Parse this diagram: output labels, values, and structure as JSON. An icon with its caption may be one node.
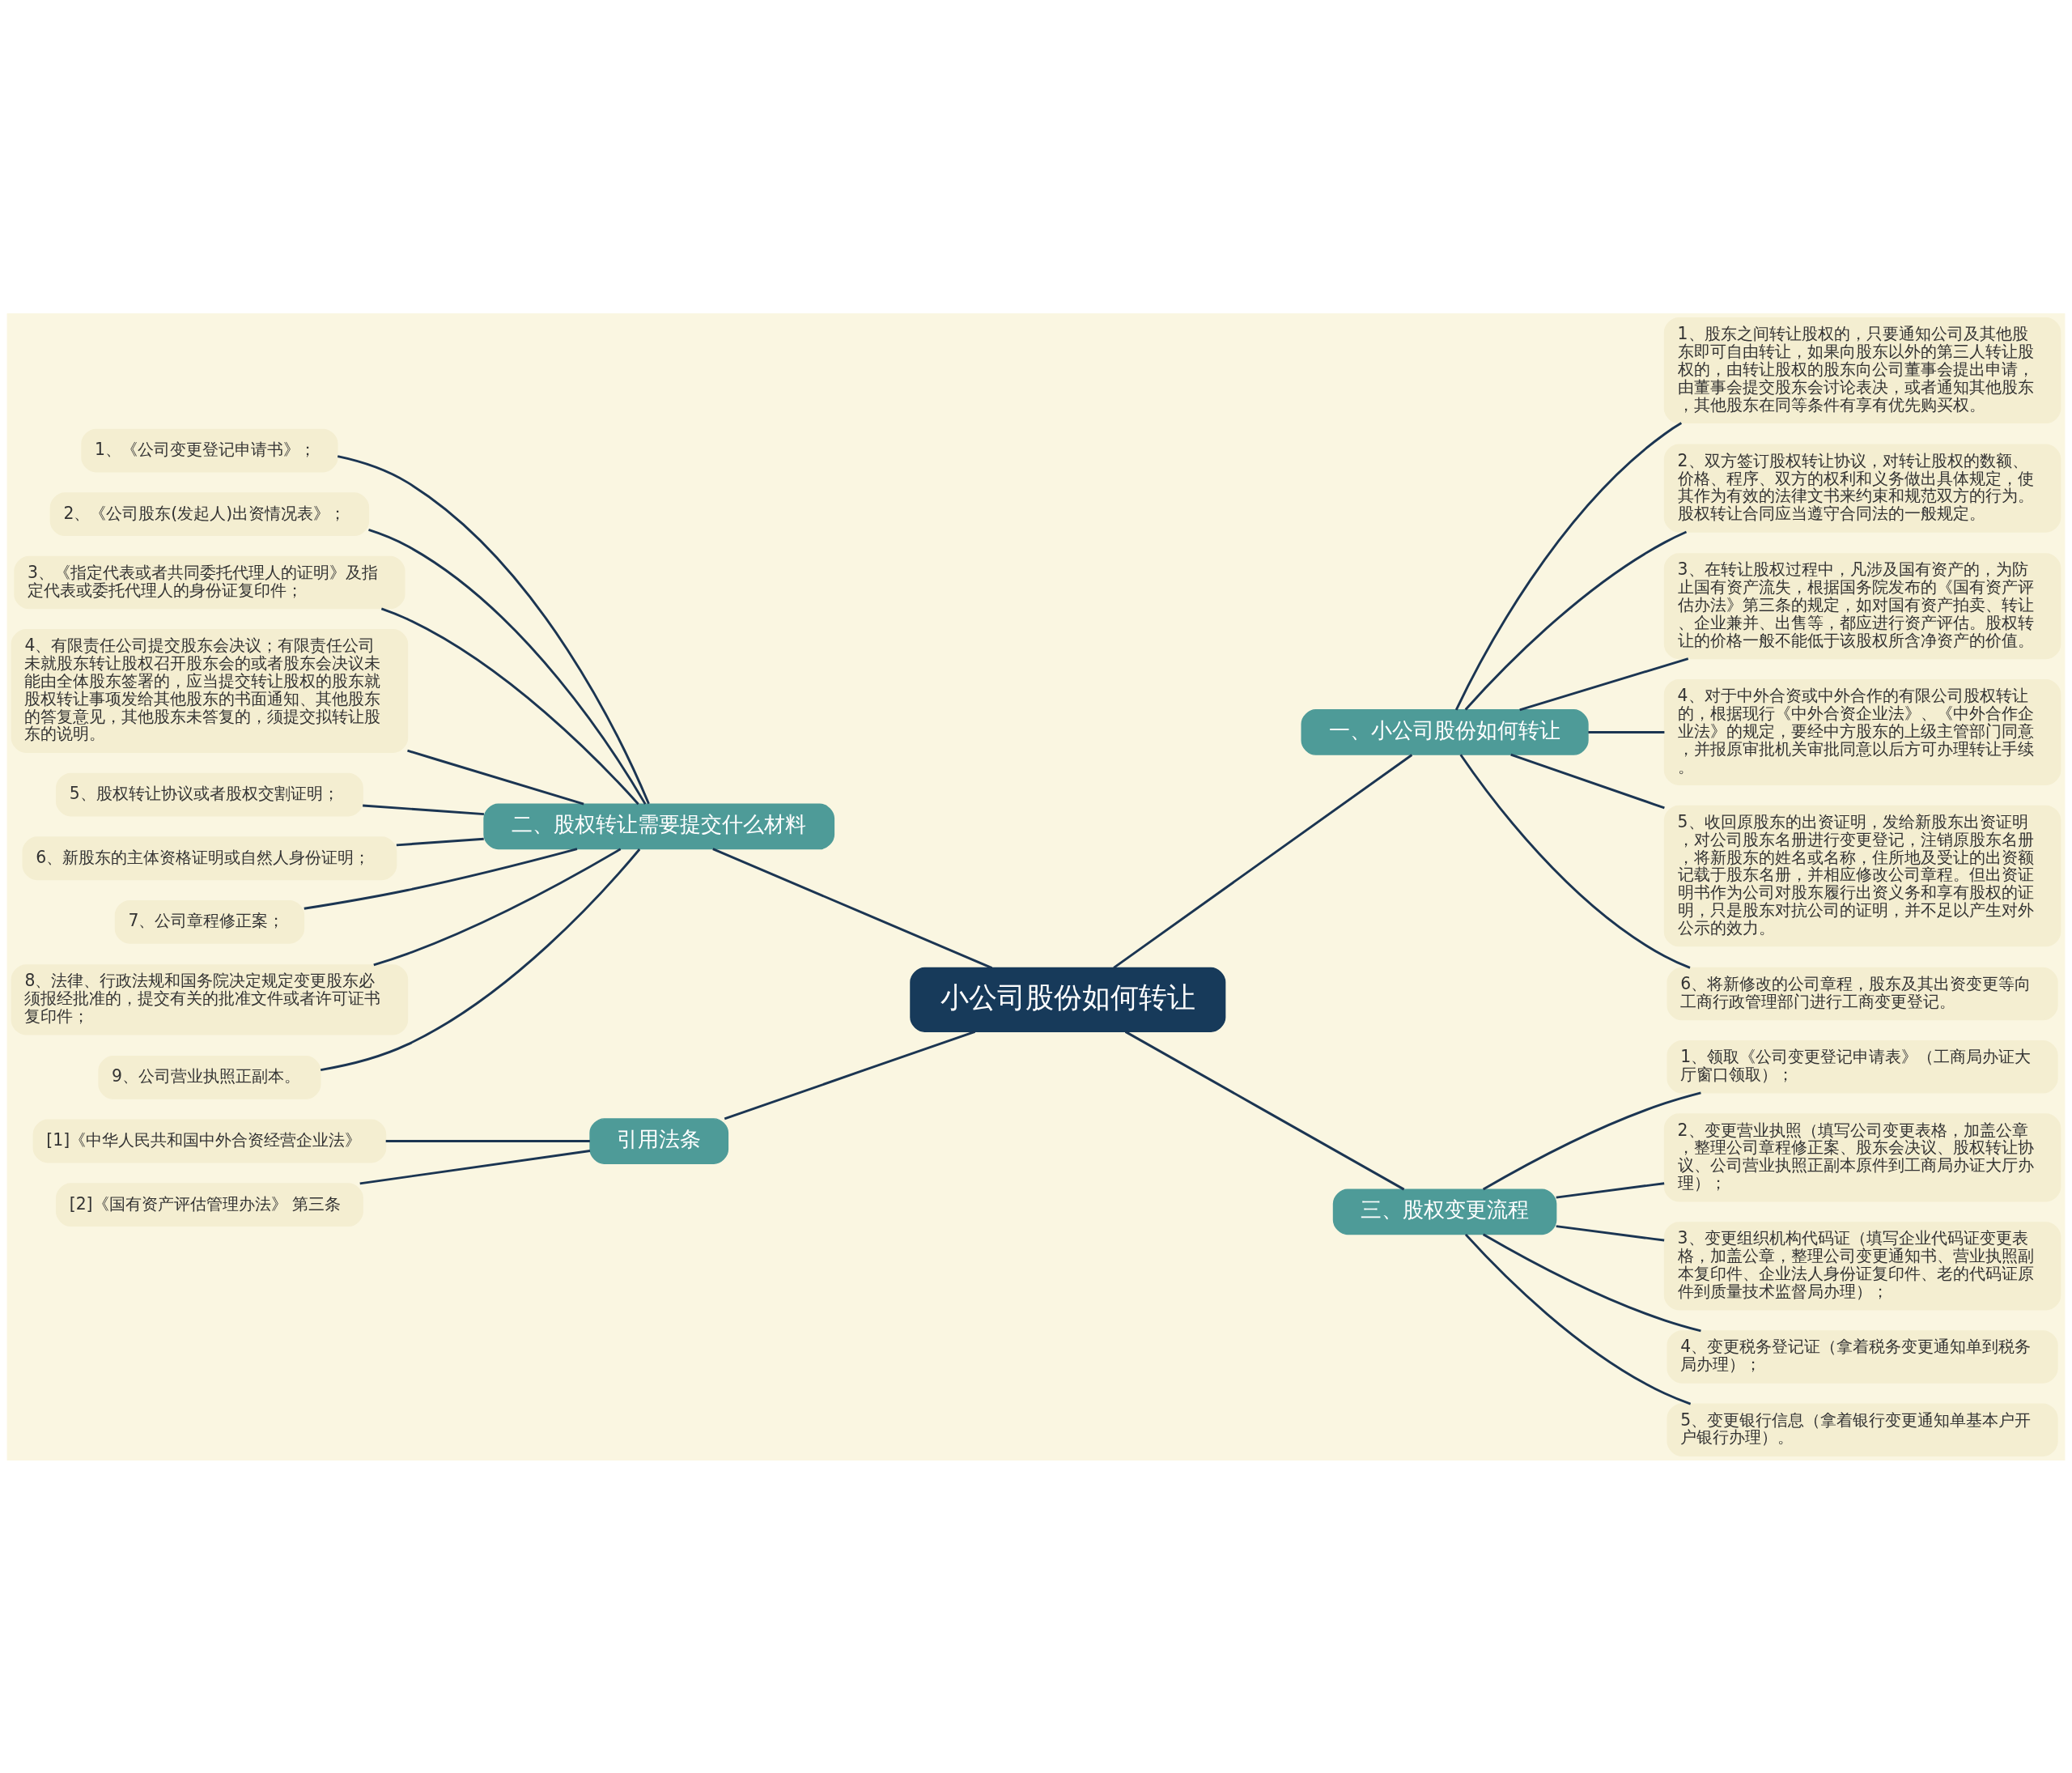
{
  "diagram": {
    "nodes": [
      {
        "text": [
          "小公司股份如何转让"
        ]
      },
      {
        "text": [
          "一、小公司股份如何转让"
        ]
      },
      {
        "text": [
          "1、股东之间转让股权的，只要通知公司及其他股东即可自由转让，如果向股东以外的第三人转让股权的，由转让股权的股东向公司董事会提出申请，由董事会提交股东会讨论表决，或者通知其他股东，其他股东在同等条件有享有优先购买权。"
        ]
      },
      {
        "text": [
          "2、双方签订股权转让协议，对转让股权的数额、价格、程序、双方的权利和义务做出具体规定，使其作为有效的法律文书来约束和规范双方的行为。股权转让合同应当遵守合同法的一般规定。"
        ]
      },
      {
        "text": [
          "3、在转让股权过程中，凡涉及国有资产的，为防止国有资产流失，根据国务院发布的《国有资产评估办法》第三条的规定，如对国有资产拍卖、转让、企业兼并、出售等，都应进行资产评估。股权转让的价格一般不能低于该股权所含净资产的价值。"
        ]
      },
      {
        "text": [
          "4、对于中外合资或中外合作的有限公司股权转让的，根据现行《中外合资企业法》、《中外合作企业法》的规定，要经中方股东的上级主管部门同意，并报原审批机关审批同意以后方可办理转让手续。"
        ]
      },
      {
        "text": [
          "5、收回原股东的出资证明，发给新股东出资证明，对公司股东名册进行变更登记，注销原股东名册，将新股东的姓名或名称，住所地及受让的出资额记载于股东名册，并相应修改公司章程。但出资证明书作为公司对股东履行出资义务和享有股权的证明，只是股东对抗公司的证明，并不足以产生对外公示的效力。"
        ]
      },
      {
        "text": [
          "6、将新修改的公司章程，股东及其出资变更等向工商行政管理部门进行工商变更登记。"
        ]
      },
      {
        "text": [
          "二、股权转让需要提交什么材料"
        ]
      },
      {
        "text": [
          "1、《公司变更登记申请书》；"
        ]
      },
      {
        "text": [
          "2、《公司股东(发起人)出资情况表》；"
        ]
      },
      {
        "text": [
          "3、《指定代表或者共同委托代理人的证明》及指定代表或委托代理人的身份证复印件；"
        ]
      },
      {
        "text": [
          "4、有限责任公司提交股东会决议；有限责任公司未就股东转让股权召开股东会的或者股东会决议未能由全体股东签署的，应当提交转让股权的股东就股权转让事项发给其他股东的书面通知、其他股东的答复意见，其他股东未答复的，须提交拟转让股东的说明。"
        ]
      },
      {
        "text": [
          "5、股权转让协议或者股权交割证明；"
        ]
      },
      {
        "text": [
          "6、新股东的主体资格证明或自然人身份证明；"
        ]
      },
      {
        "text": [
          "7、公司章程修正案；"
        ]
      },
      {
        "text": [
          "8、法律、行政法规和国务院决定规定变更股东必须报经批准的，提交有关的批准文件或者许可证书复印件；"
        ]
      },
      {
        "text": [
          "9、公司营业执照正副本。"
        ]
      },
      {
        "text": [
          "引用法条"
        ]
      },
      {
        "text": [
          "[1]《中华人民共和国中外合资经营企业法》"
        ]
      },
      {
        "text": [
          "[2]《国有资产评估管理办法》 第三条"
        ]
      },
      {
        "text": [
          "三、股权变更流程"
        ]
      },
      {
        "text": [
          "1、领取《公司变更登记申请表》（工商局办证大厅窗口领取）；"
        ]
      },
      {
        "text": [
          "2、变更营业执照（填写公司变更表格，加盖公章，整理公司章程修正案、股东会决议、股权转让协议、公司营业执照正副本原件到工商局办证大厅办理）；"
        ]
      },
      {
        "text": [
          "3、变更组织机构代码证（填写企业代码证变更表格，加盖公章，整理公司变更通知书、营业执照副本复印件、企业法人身份证复印件、老的代码证原件到质量技术监督局办理）；"
        ]
      },
      {
        "text": [
          "4、变更税务登记证（拿着税务变更通知单到税务局办理）；"
        ]
      },
      {
        "text": [
          "5、变更银行信息（拿着银行变更通知单基本户开户银行办理）。"
        ]
      }
    ],
    "edges": [
      {
        "from": 0,
        "to": 1,
        "arrow": "none"
      },
      {
        "from": 1,
        "to": 2,
        "arrow": "none"
      },
      {
        "from": 1,
        "to": 3,
        "arrow": "none"
      },
      {
        "from": 1,
        "to": 4,
        "arrow": "none"
      },
      {
        "from": 1,
        "to": 5,
        "arrow": "none"
      },
      {
        "from": 1,
        "to": 6,
        "arrow": "none"
      },
      {
        "from": 1,
        "to": 7,
        "arrow": "none"
      },
      {
        "from": 0,
        "to": 8,
        "arrow": "none"
      },
      {
        "from": 8,
        "to": 9,
        "arrow": "none"
      },
      {
        "from": 8,
        "to": 10,
        "arrow": "none"
      },
      {
        "from": 8,
        "to": 11,
        "arrow": "none"
      },
      {
        "from": 8,
        "to": 12,
        "arrow": "none"
      },
      {
        "from": 8,
        "to": 13,
        "arrow": "none"
      },
      {
        "from": 8,
        "to": 14,
        "arrow": "none"
      },
      {
        "from": 8,
        "to": 15,
        "arrow": "none"
      },
      {
        "from": 8,
        "to": 16,
        "arrow": "none"
      },
      {
        "from": 8,
        "to": 17,
        "arrow": "none"
      },
      {
        "from": 0,
        "to": 18,
        "arrow": "none"
      },
      {
        "from": 18,
        "to": 19,
        "arrow": "none"
      },
      {
        "from": 18,
        "to": 20,
        "arrow": "none"
      },
      {
        "from": 0,
        "to": 21,
        "arrow": "none"
      },
      {
        "from": 21,
        "to": 22,
        "arrow": "none"
      },
      {
        "from": 21,
        "to": 23,
        "arrow": "none"
      },
      {
        "from": 21,
        "to": 24,
        "arrow": "none"
      },
      {
        "from": 21,
        "to": 25,
        "arrow": "none"
      },
      {
        "from": 21,
        "to": 26,
        "arrow": "none"
      }
    ]
  }
}
